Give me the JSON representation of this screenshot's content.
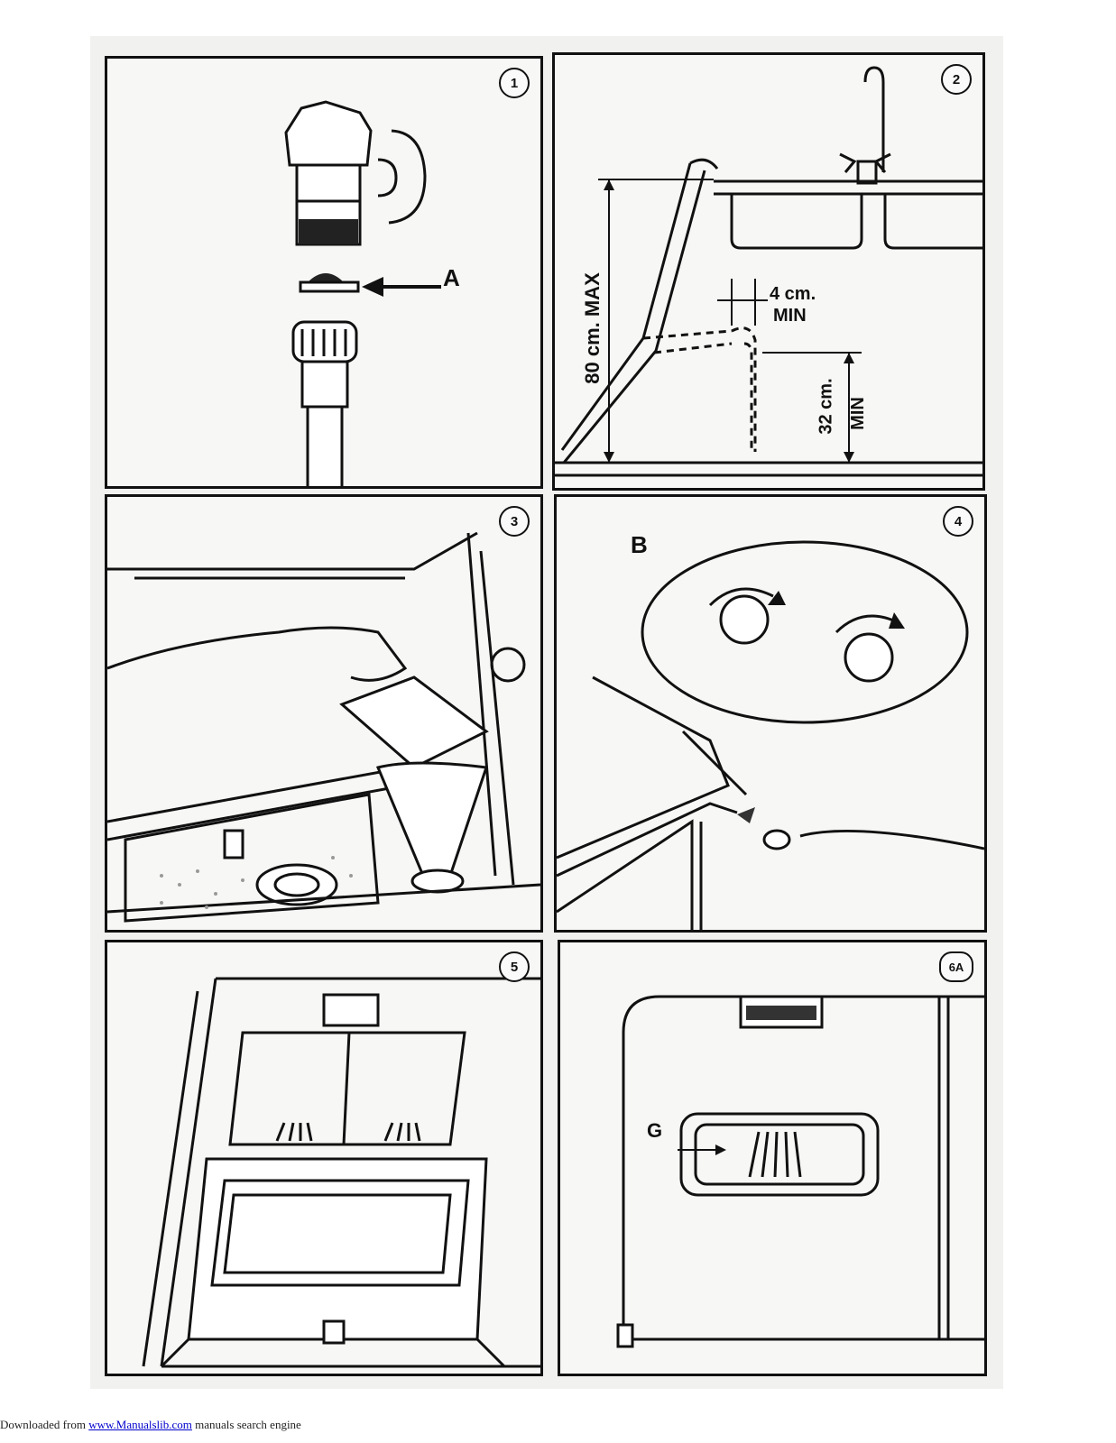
{
  "panels": {
    "p1": {
      "number": "1",
      "label_a": "A"
    },
    "p2": {
      "number": "2",
      "height_max": "80 cm. MAX",
      "gap_value": "4 cm.",
      "gap_min": "MIN",
      "height_min_value": "32 cm.",
      "height_min": "MIN"
    },
    "p3": {
      "number": "3"
    },
    "p4": {
      "number": "4",
      "label_b": "B"
    },
    "p5": {
      "number": "5"
    },
    "p6": {
      "number": "6A",
      "label_g": "G"
    }
  },
  "footer": {
    "prefix": "Downloaded from ",
    "link": "www.Manualslib.com",
    "suffix": " manuals search engine"
  }
}
